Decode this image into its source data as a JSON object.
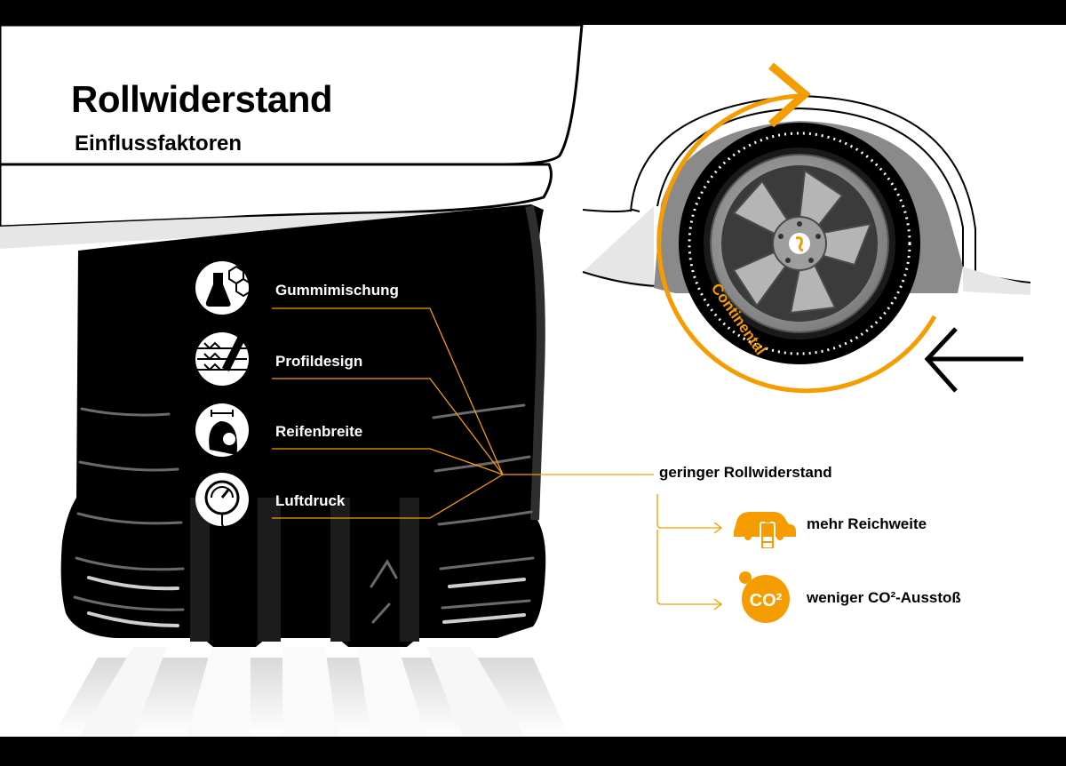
{
  "title": "Rollwiderstand",
  "subtitle": "Einflussfaktoren",
  "factors": [
    {
      "label": "Gummimischung",
      "icon": "flask-molecule-icon"
    },
    {
      "label": "Profildesign",
      "icon": "tread-pattern-icon"
    },
    {
      "label": "Reifenbreite",
      "icon": "tire-width-icon"
    },
    {
      "label": "Luftdruck",
      "icon": "pressure-gauge-icon"
    }
  ],
  "result": "geringer Rollwiderstand",
  "benefits": [
    {
      "label": "mehr Reichweite",
      "icon": "car-battery-icon"
    },
    {
      "label": "weniger CO²-Ausstoß",
      "icon": "co2-cloud-icon",
      "icon_text": "CO²"
    }
  ],
  "tire_brand": "Continental",
  "colors": {
    "accent": "#f59c00",
    "background": "#ffffff",
    "tire": "#000000",
    "body_shadow": "#e8e8e8"
  }
}
